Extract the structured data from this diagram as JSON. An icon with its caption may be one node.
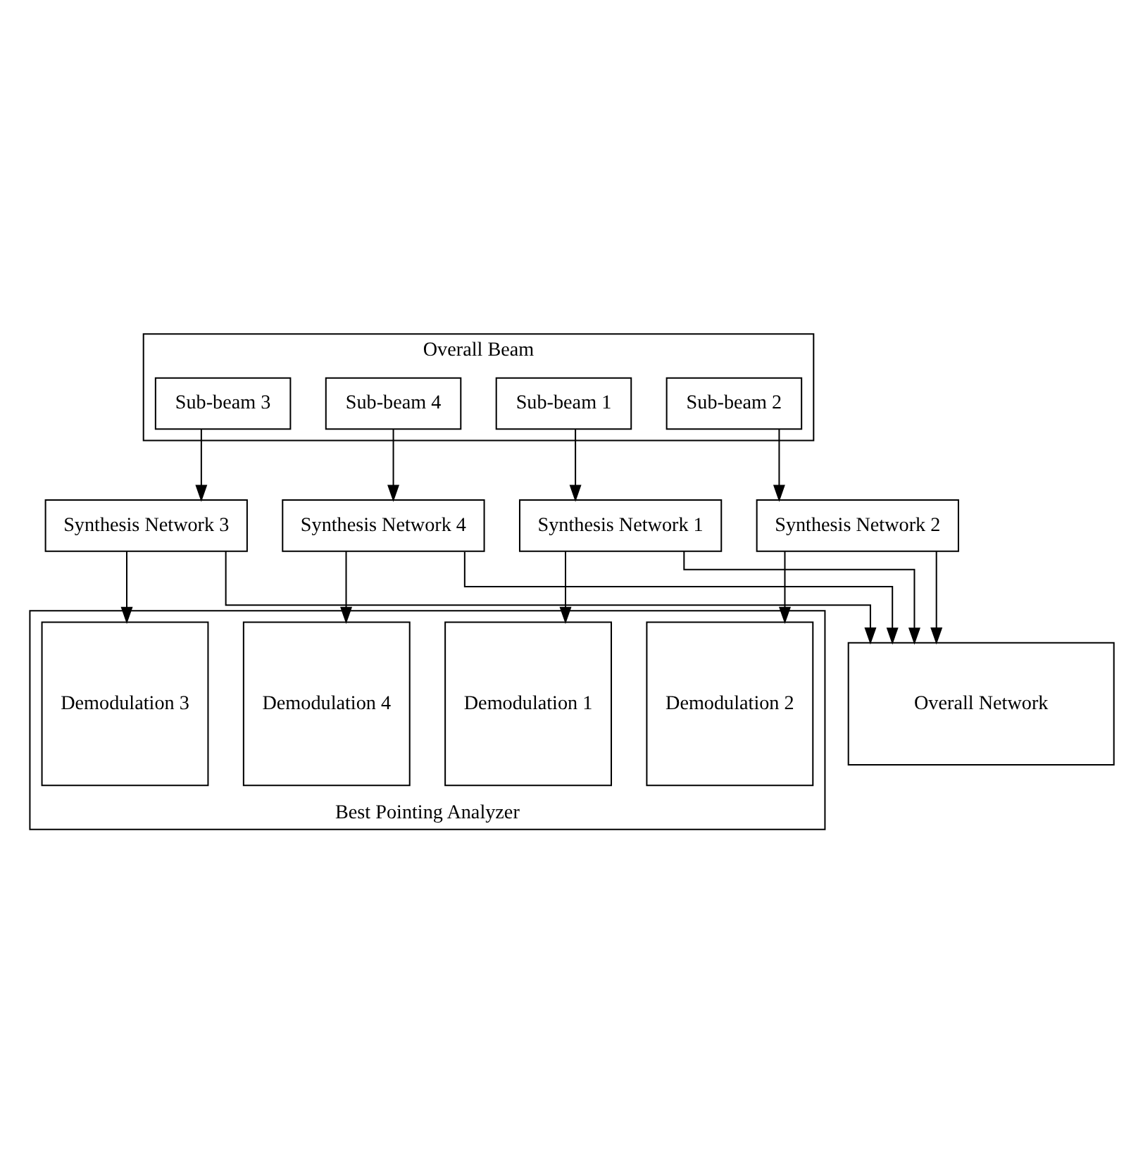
{
  "diagram": {
    "nodes": [
      {
        "text": [
          "Overall Beam"
        ]
      },
      {
        "text": [
          "Sub-beam 1"
        ],
        "in": 0
      },
      {
        "text": [
          "Sub-beam 2"
        ],
        "in": 0
      },
      {
        "text": [
          "Sub-beam 3"
        ],
        "in": 0
      },
      {
        "text": [
          "Sub-beam 4"
        ],
        "in": 0
      },
      {
        "text": [
          "Synthesis Network 1"
        ]
      },
      {
        "text": [
          "Synthesis Network 2"
        ]
      },
      {
        "text": [
          "Synthesis Network 3"
        ]
      },
      {
        "text": [
          "Synthesis Network 4"
        ]
      },
      {
        "text": [
          "Best Pointing Analyzer"
        ]
      },
      {
        "text": [
          "Demodulation 1"
        ],
        "in": 9
      },
      {
        "text": [
          "Demodulation 2"
        ],
        "in": 9
      },
      {
        "text": [
          "Demodulation 3"
        ],
        "in": 9
      },
      {
        "text": [
          "Demodulation 4"
        ],
        "in": 9
      },
      {
        "text": [
          "Overall Network"
        ]
      }
    ],
    "edges": [
      {
        "from": 1,
        "to": 5,
        "arrow": "to"
      },
      {
        "from": 2,
        "to": 6,
        "arrow": "to"
      },
      {
        "from": 3,
        "to": 7,
        "arrow": "to"
      },
      {
        "from": 4,
        "to": 8,
        "arrow": "to"
      },
      {
        "from": 5,
        "to": 10,
        "arrow": "to"
      },
      {
        "from": 6,
        "to": 11,
        "arrow": "to"
      },
      {
        "from": 7,
        "to": 12,
        "arrow": "to"
      },
      {
        "from": 8,
        "to": 13,
        "arrow": "to"
      },
      {
        "from": 5,
        "to": 14,
        "arrow": "to"
      },
      {
        "from": 6,
        "to": 14,
        "arrow": "to"
      },
      {
        "from": 7,
        "to": 14,
        "arrow": "to"
      },
      {
        "from": 8,
        "to": 14,
        "arrow": "to"
      }
    ]
  }
}
